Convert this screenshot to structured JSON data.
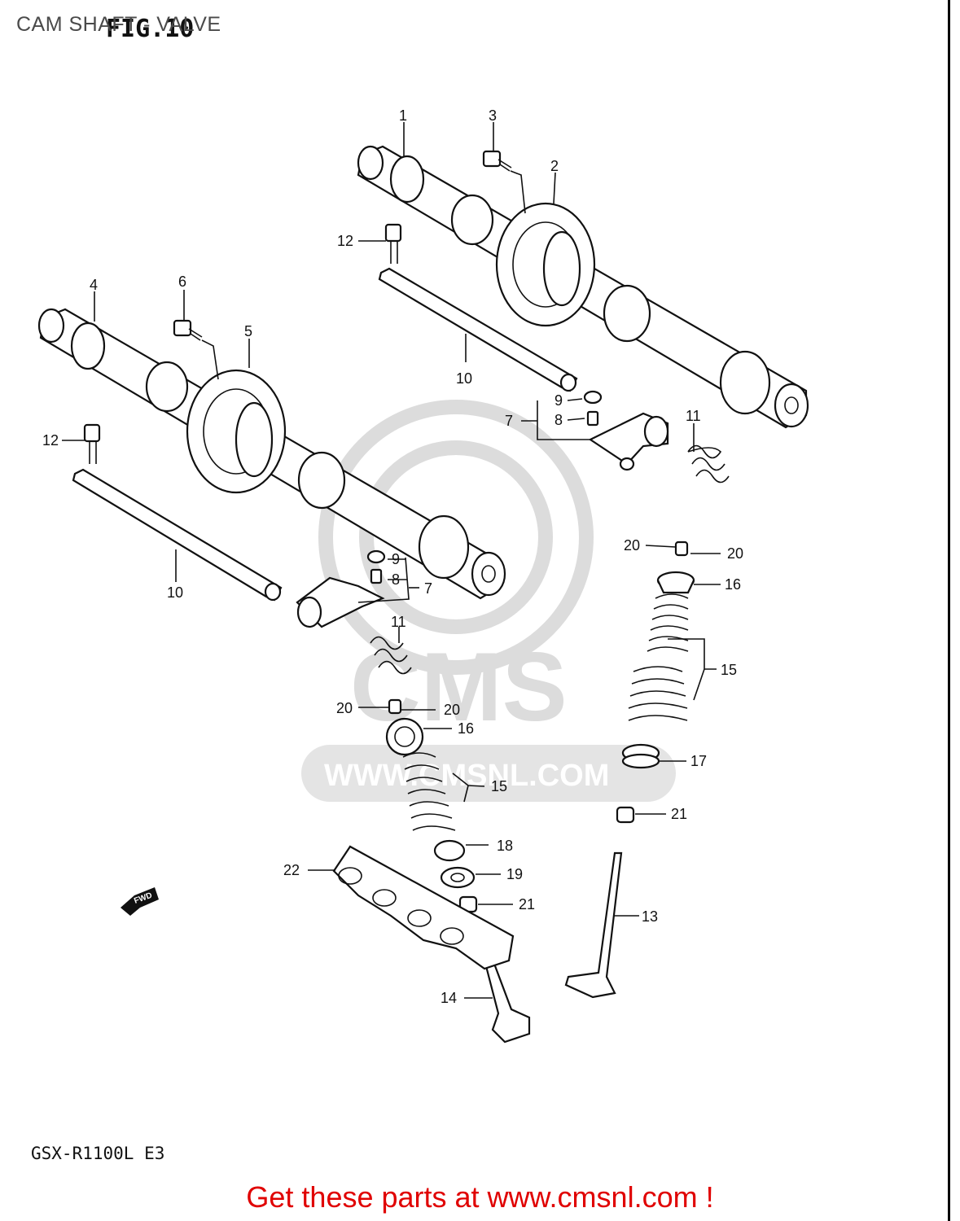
{
  "title": "CAM SHAFT - VALVE",
  "figure_label": "FIG.10",
  "model_code": "GSX-R1100L E3",
  "footer_text": "Get these parts at www.cmsnl.com !",
  "watermark": {
    "brand": "CMS",
    "url": "WWW.CMSNL.COM"
  },
  "fwd_marker": "FWD",
  "callouts": {
    "c1": "1",
    "c2": "2",
    "c3": "3",
    "c4": "4",
    "c5": "5",
    "c6": "6",
    "c7a": "7",
    "c7b": "7",
    "c8a": "8",
    "c8b": "8",
    "c9a": "9",
    "c9b": "9",
    "c10a": "10",
    "c10b": "10",
    "c11a": "11",
    "c11b": "11",
    "c12a": "12",
    "c12b": "12",
    "c13": "13",
    "c14": "14",
    "c15a": "15",
    "c15b": "15",
    "c16a": "16",
    "c16b": "16",
    "c17": "17",
    "c18": "18",
    "c19": "19",
    "c20a": "20",
    "c20b": "20",
    "c20c": "20",
    "c20d": "20",
    "c21a": "21",
    "c21b": "21",
    "c22": "22"
  },
  "colors": {
    "footer": "#e00000",
    "watermark": "#dcdcdc",
    "line": "#111111"
  }
}
